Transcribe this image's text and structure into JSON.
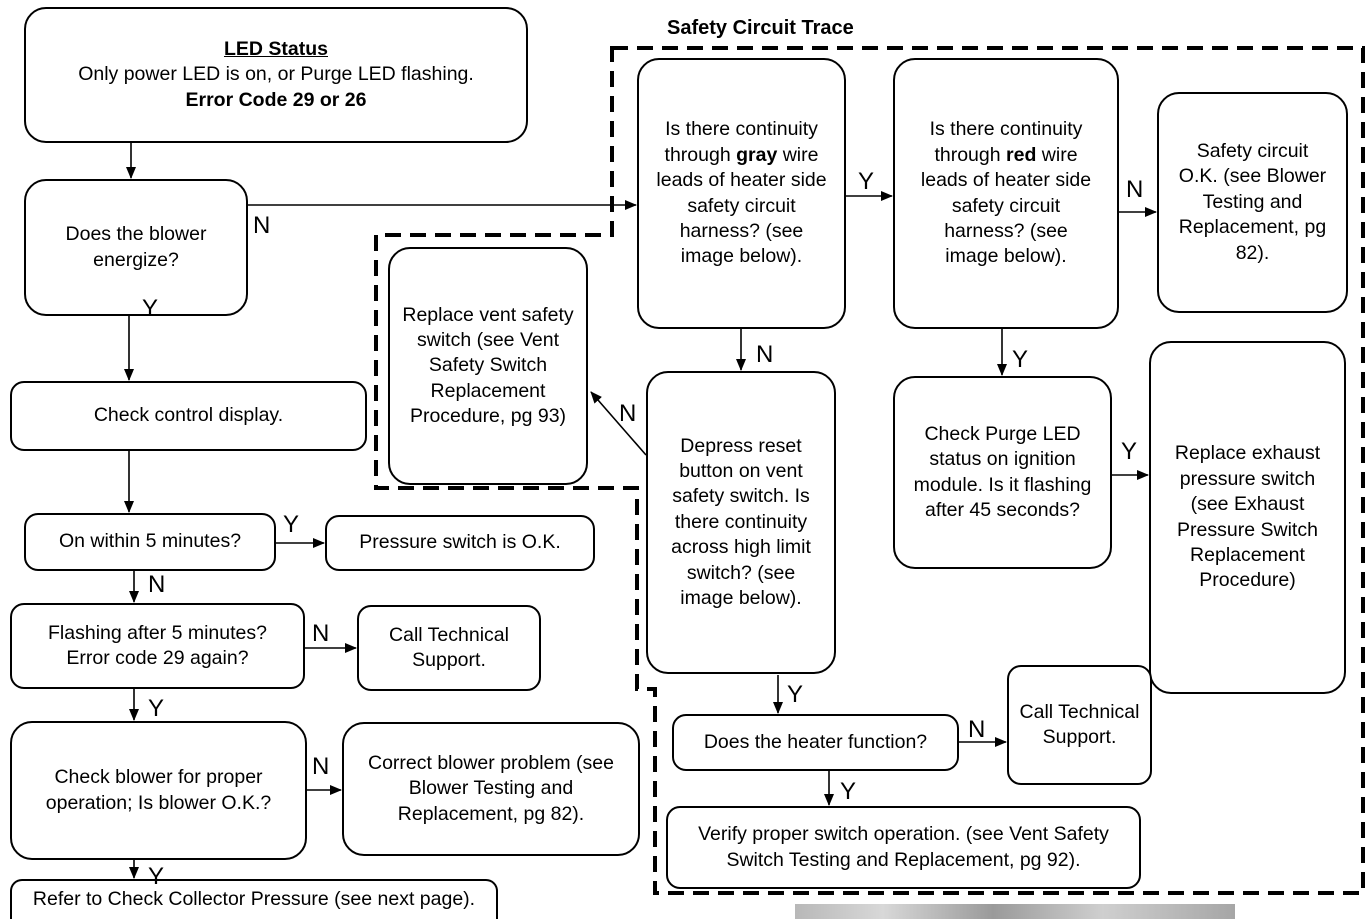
{
  "section_title": "Safety Circuit Trace",
  "boxes": {
    "led_status": {
      "heading": "LED Status",
      "line1": "Only power LED is on, or Purge LED flashing.",
      "line2": "Error Code 29 or 26"
    },
    "blower_energize": "Does the blower energize?",
    "check_display": "Check control display.",
    "on_within": "On within 5 minutes?",
    "pressure_ok": "Pressure switch is O.K.",
    "flashing_after": {
      "line1": "Flashing after 5 minutes?",
      "line2": "Error code 29 again?"
    },
    "call_support_1": "Call Technical Support.",
    "check_blower": "Check blower for proper operation; Is blower O.K.?",
    "correct_blower": "Correct blower problem (see Blower Testing and Replacement, pg 82).",
    "refer_collector": "Refer to Check Collector Pressure (see next page).",
    "gray_continuity": {
      "pre": "Is there continuity through ",
      "bold": "gray",
      "post": " wire leads of heater side safety circuit harness? (see image below)."
    },
    "red_continuity": {
      "pre": "Is there continuity through ",
      "bold": "red",
      "post": " wire leads of heater side safety circuit harness? (see image below)."
    },
    "safety_ok": "Safety circuit O.K. (see Blower Testing and Replacement, pg 82).",
    "replace_vent": "Replace vent safety switch (see Vent Safety Switch Replacement Procedure, pg 93)",
    "depress_reset": "Depress reset button on vent safety switch. Is there continuity across high limit switch? (see image below).",
    "check_purge": "Check Purge LED status on ignition module. Is it flashing after 45 seconds?",
    "replace_exhaust": "Replace exhaust pressure switch (see Exhaust Pressure Switch Replacement Procedure)",
    "heater_function": "Does the heater function?",
    "call_support_2": "Call Technical Support.",
    "verify_switch": "Verify proper switch operation. (see Vent Safety Switch Testing and Replacement, pg 92)."
  },
  "edge_labels": {
    "yes": "Y",
    "no": "N"
  }
}
